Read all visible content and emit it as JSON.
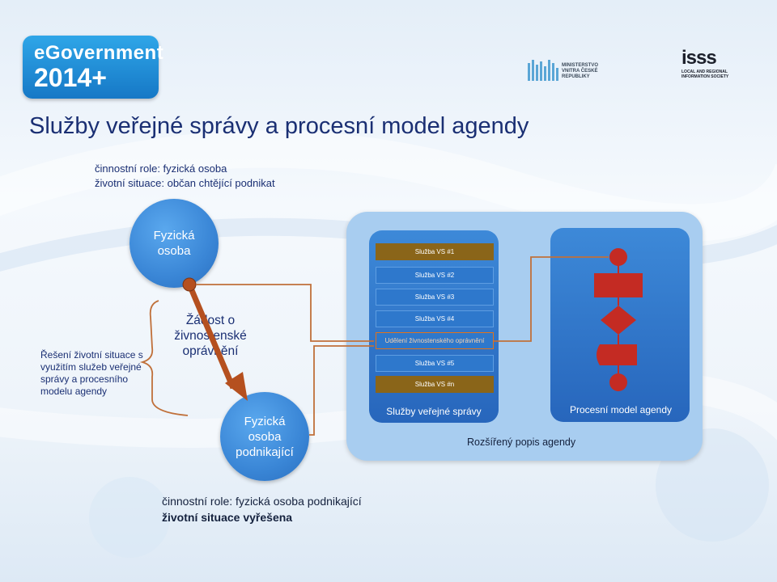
{
  "header": {
    "logo_line1": "eGovernment",
    "logo_line2": "2014+",
    "ministry_logo_text": "MINISTERSTVO VNITRA ČESKÉ REPUBLIKY",
    "isss_logo_text": "isss",
    "isss_subtitle": "LOCAL AND REGIONAL INFORMATION SOCIETY"
  },
  "title": "Služby veřejné správy a procesní model agendy",
  "context": {
    "role": "činnostní role: fyzická osoba",
    "situation": "životní situace: občan chtějící podnikat"
  },
  "circles": {
    "top": "Fyzická osoba",
    "bottom": "Fyzická osoba podnikající"
  },
  "side_text": "Řešení životní situace s využitím služeb veřejné správy a procesního modelu agendy",
  "request_text": "Žádost o živnostenské oprávnění",
  "services": {
    "items": [
      "Služba VS #1",
      "Služba VS #2",
      "Služba VS #3",
      "Služba VS #4",
      "Udělení živnostenského oprávnění",
      "Služba VS #5",
      "Služba VS #n"
    ],
    "label": "Služby veřejné správy"
  },
  "process": {
    "label": "Procesní model agendy"
  },
  "extended_label": "Rozšířený popis agendy",
  "bottom": {
    "role": "činnostní role: fyzická osoba podnikající",
    "result": "životní situace vyřešena"
  },
  "colors": {
    "title": "#1a2f73",
    "circle": "#3a86d6",
    "service_brown": "#8a6519",
    "connector": "#c0703a",
    "arrow": "#b5501f",
    "flow_shape": "#c42b23",
    "panel": "#a8cdf0"
  }
}
